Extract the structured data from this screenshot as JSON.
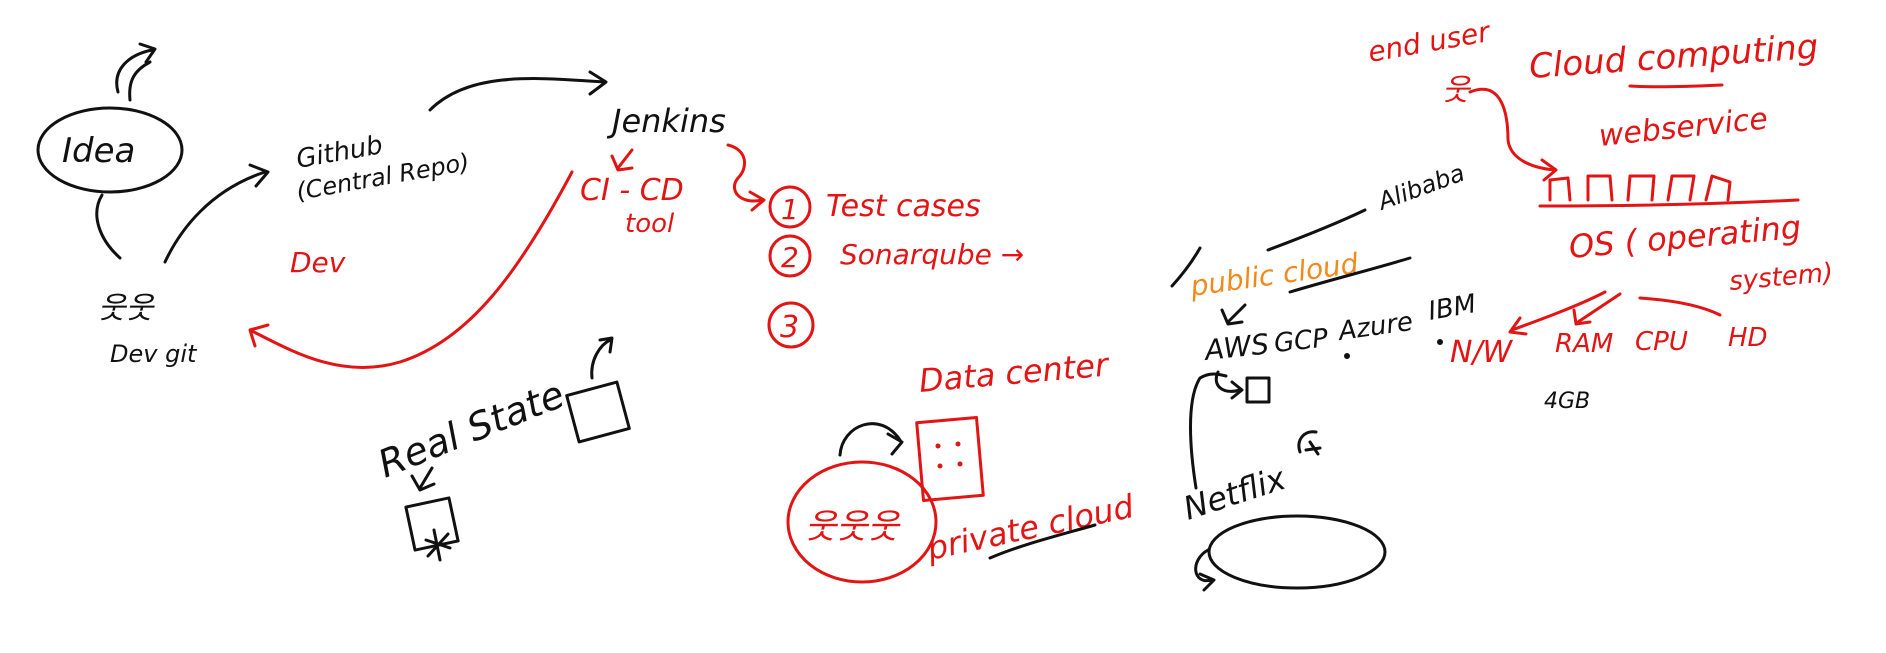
{
  "colors": {
    "black_ink": "#111111",
    "red_ink": "#e31414",
    "orange_ink": "#f08a1c",
    "background": "#ffffff"
  },
  "left": {
    "idea": "Idea",
    "github_line1": "Github",
    "github_line2": "(Central Repo)",
    "jenkins": "Jenkins",
    "dev_git": "Dev  git",
    "dev_red": "Dev",
    "cicd_line1": "CI - CD",
    "cicd_line2": "tool",
    "steps": [
      {
        "num": "1",
        "label": "Test cases"
      },
      {
        "num": "2",
        "label": "Sonarqube →"
      },
      {
        "num": "3",
        "label": ""
      }
    ],
    "real_state": "Real State"
  },
  "middle": {
    "data_center": "Data center",
    "private_cloud": "private cloud",
    "netflix": "Netflix",
    "public_cloud": "public cloud",
    "alibaba": "Alibaba",
    "providers": [
      "AWS",
      "GCP",
      "Azure",
      "IBM"
    ]
  },
  "right": {
    "end_user": "end user",
    "cloud_computing": "Cloud computing",
    "webservice": "webservice",
    "os_line1": "OS ( operating",
    "os_line2": "system)",
    "hardware": [
      "N/W",
      "RAM",
      "CPU",
      "HD"
    ],
    "gb": "4GB"
  }
}
